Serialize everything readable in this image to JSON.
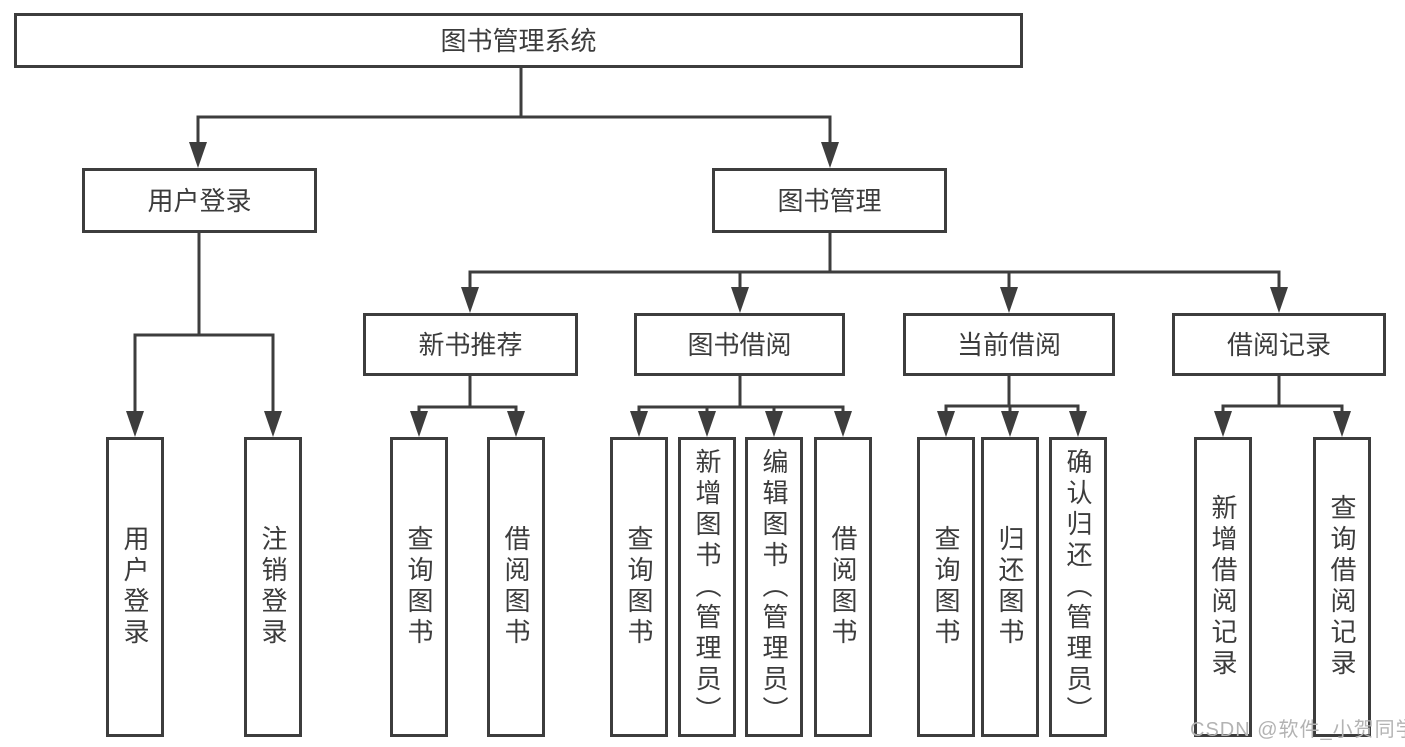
{
  "tree": {
    "label": "图书管理系统",
    "children": [
      {
        "label": "用户登录",
        "children": [
          {
            "label": "用户登录"
          },
          {
            "label": "注销登录"
          }
        ]
      },
      {
        "label": "图书管理",
        "children": [
          {
            "label": "新书推荐",
            "children": [
              {
                "label": "查询图书"
              },
              {
                "label": "借阅图书"
              }
            ]
          },
          {
            "label": "图书借阅",
            "children": [
              {
                "label": "查询图书"
              },
              {
                "label": "新增图书（管理员）"
              },
              {
                "label": "编辑图书（管理员）"
              },
              {
                "label": "借阅图书"
              }
            ]
          },
          {
            "label": "当前借阅",
            "children": [
              {
                "label": "查询图书"
              },
              {
                "label": "归还图书"
              },
              {
                "label": "确认归还（管理员）"
              }
            ]
          },
          {
            "label": "借阅记录",
            "children": [
              {
                "label": "新增借阅记录"
              },
              {
                "label": "查询借阅记录"
              }
            ]
          }
        ]
      }
    ]
  },
  "watermark": {
    "text": "CSDN @软件_小贺同学"
  },
  "colors": {
    "line": "#3d3d3d",
    "text": "#3c3c3c",
    "watermark": "#b3b3b3",
    "background": "#ffffff"
  }
}
